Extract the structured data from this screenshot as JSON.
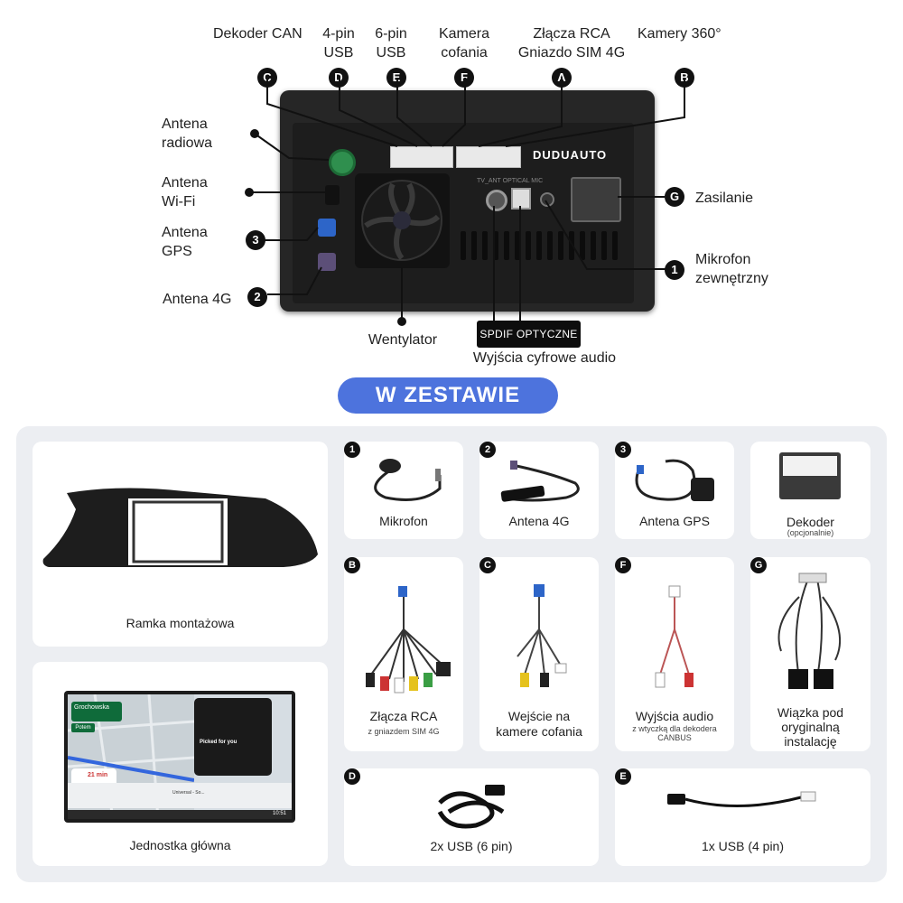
{
  "top_labels": {
    "dekoder_can": "Dekoder CAN",
    "usb4": [
      "4-pin",
      "USB"
    ],
    "usb6": [
      "6-pin",
      "USB"
    ],
    "kamera_cofania": [
      "Kamera",
      "cofania"
    ],
    "rca_sim": [
      "Złącza RCA",
      "Gniazdo SIM 4G"
    ],
    "kamery360": "Kamery 360°"
  },
  "side_labels": {
    "antena_radiowa": [
      "Antena",
      "radiowa"
    ],
    "antena_wifi": [
      "Antena",
      "Wi-Fi"
    ],
    "antena_gps": [
      "Antena",
      "GPS"
    ],
    "antena_4g": "Antena 4G",
    "zasilanie": "Zasilanie",
    "mikrofon_zew": [
      "Mikrofon",
      "zewnętrzny"
    ],
    "wentylator": "Wentylator",
    "spdif": "SPDIF OPTYCZNE",
    "wyjscia_cyfrowe": "Wyjścia cyfrowe audio"
  },
  "badges": {
    "A": "A",
    "B": "B",
    "C": "C",
    "D": "D",
    "E": "E",
    "F": "F",
    "G": "G",
    "n1": "1",
    "n2": "2",
    "n3": "3"
  },
  "unit": {
    "brand": "DUDUAUTO",
    "port_text": "TV_ANT OPTICAL MIC"
  },
  "section_title": "W ZESTAWIE",
  "kit": {
    "frame": "Ramka montażowa",
    "head_unit": "Jednostka główna",
    "mic": {
      "badge": "1",
      "label": "Mikrofon"
    },
    "ant4g": {
      "badge": "2",
      "label": "Antena 4G"
    },
    "gps": {
      "badge": "3",
      "label": "Antena GPS"
    },
    "decoder": {
      "label": "Dekoder",
      "sub": "(opcjonalnie)"
    },
    "rca": {
      "badge": "B",
      "label": "Złącza RCA",
      "sub": "z gniazdem SIM 4G"
    },
    "camera": {
      "badge": "C",
      "label": [
        "Wejście na",
        "kamere cofania"
      ]
    },
    "audio": {
      "badge": "F",
      "label": "Wyjścia audio",
      "sub": [
        "z wtyczką dla dekodera",
        "CANBUS"
      ]
    },
    "harness": {
      "badge": "G",
      "label": [
        "Wiązka pod",
        "oryginalną",
        "instalację"
      ]
    },
    "usb6": {
      "badge": "D",
      "label": "2x USB (6 pin)"
    },
    "usb4": {
      "badge": "E",
      "label": "1x USB (4 pin)"
    }
  },
  "screen": {
    "street": "Grochowska",
    "then": "Potem",
    "eta": "21 min",
    "picked": "Picked for you",
    "time": "10:51",
    "uni": "Universal - So..."
  }
}
